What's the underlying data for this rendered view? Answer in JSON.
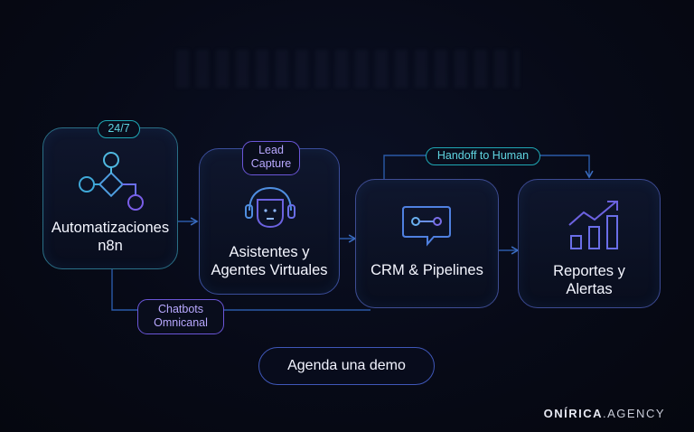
{
  "nodes": {
    "automatizaciones": {
      "title": "Automatizaciones\nn8n",
      "badge": "24/7",
      "icon": "workflow-icon"
    },
    "asistentes": {
      "title": "Asistentes y\nAgentes Virtuales",
      "badge": "Lead\nCapture",
      "icon": "agent-headset-icon"
    },
    "crm": {
      "title": "CRM & Pipelines",
      "icon": "pipeline-chat-icon"
    },
    "reportes": {
      "title": "Reportes y\nAlertas",
      "icon": "growth-chart-icon"
    }
  },
  "connectors": {
    "handoff_label": "Handoff to Human",
    "chatbots_label": "Chatbots\nOmnicanal"
  },
  "cta": {
    "label": "Agenda una demo"
  },
  "brand": {
    "name_bold": "ONÍRICA",
    "name_light": ".AGENCY"
  },
  "colors": {
    "teal": "#1fa7b4",
    "violet": "#6b56d8",
    "blue_border": "#2f4f86",
    "arrow": "#2a5aa8"
  }
}
